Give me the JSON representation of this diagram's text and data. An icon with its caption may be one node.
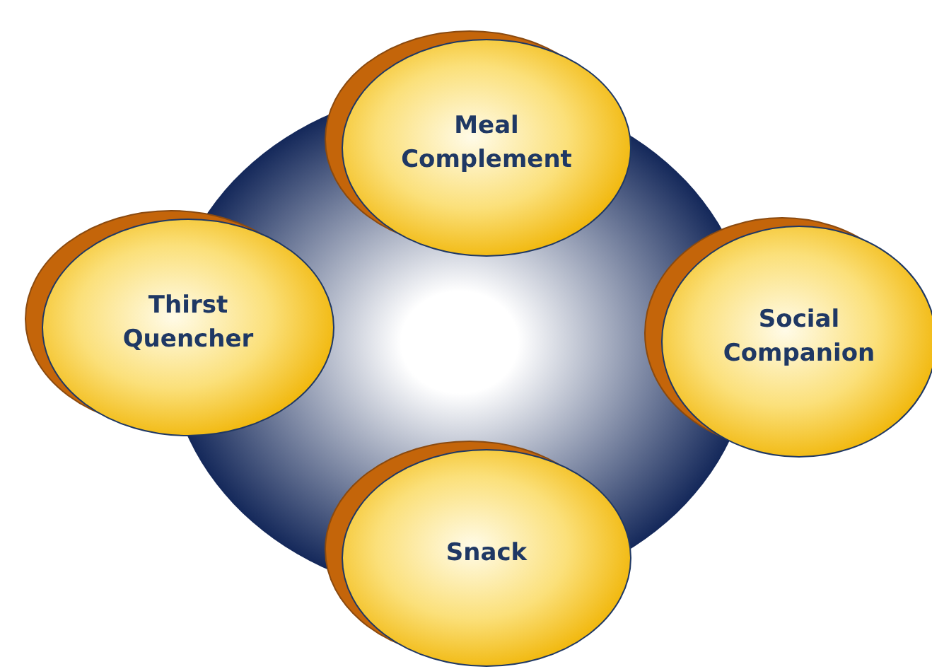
{
  "diagram": {
    "nodes": [
      {
        "text": [
          "Meal Complement"
        ]
      },
      {
        "text": [
          "Thirst Quencher"
        ]
      },
      {
        "text": [
          "Social Companion"
        ]
      },
      {
        "text": [
          "Snack"
        ]
      }
    ]
  }
}
